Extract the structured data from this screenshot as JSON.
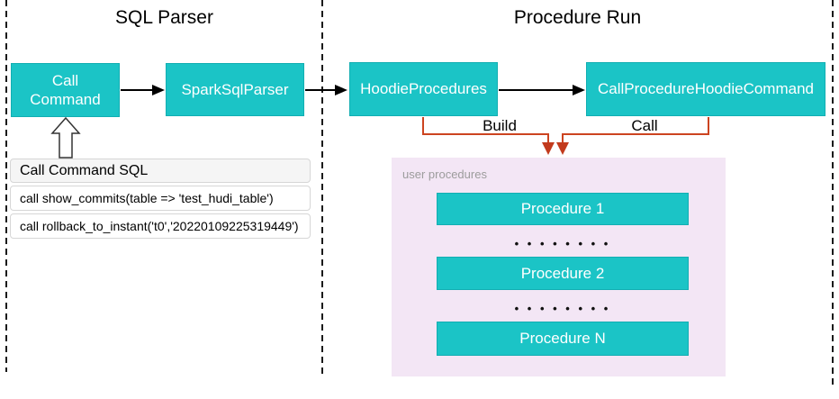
{
  "colors": {
    "teal": "#1BC4C6",
    "orange": "#CC4420",
    "pink": "#F3E6F5",
    "gray_label": "#9C9C9C"
  },
  "sections": {
    "sql_parser": {
      "title": "SQL Parser"
    },
    "procedure_run": {
      "title": "Procedure Run"
    }
  },
  "nodes": {
    "call_command": {
      "label": "Call Command"
    },
    "spark_sql_parser": {
      "label": "SparkSqlParser"
    },
    "hoodie_procedures": {
      "label": "HoodieProcedures"
    },
    "call_procedure_hoodie_command": {
      "label": "CallProcedureHoodieCommand"
    }
  },
  "edges": {
    "build": {
      "label": "Build"
    },
    "call": {
      "label": "Call"
    }
  },
  "sql_table": {
    "header": "Call Command SQL",
    "rows": [
      "call show_commits(table => 'test_hudi_table')",
      "call rollback_to_instant('t0','20220109225319449')"
    ]
  },
  "user_procedures": {
    "label": "user procedures",
    "items": [
      "Procedure 1",
      "Procedure 2",
      "Procedure N"
    ],
    "ellipsis": "• • • • • • • •"
  }
}
